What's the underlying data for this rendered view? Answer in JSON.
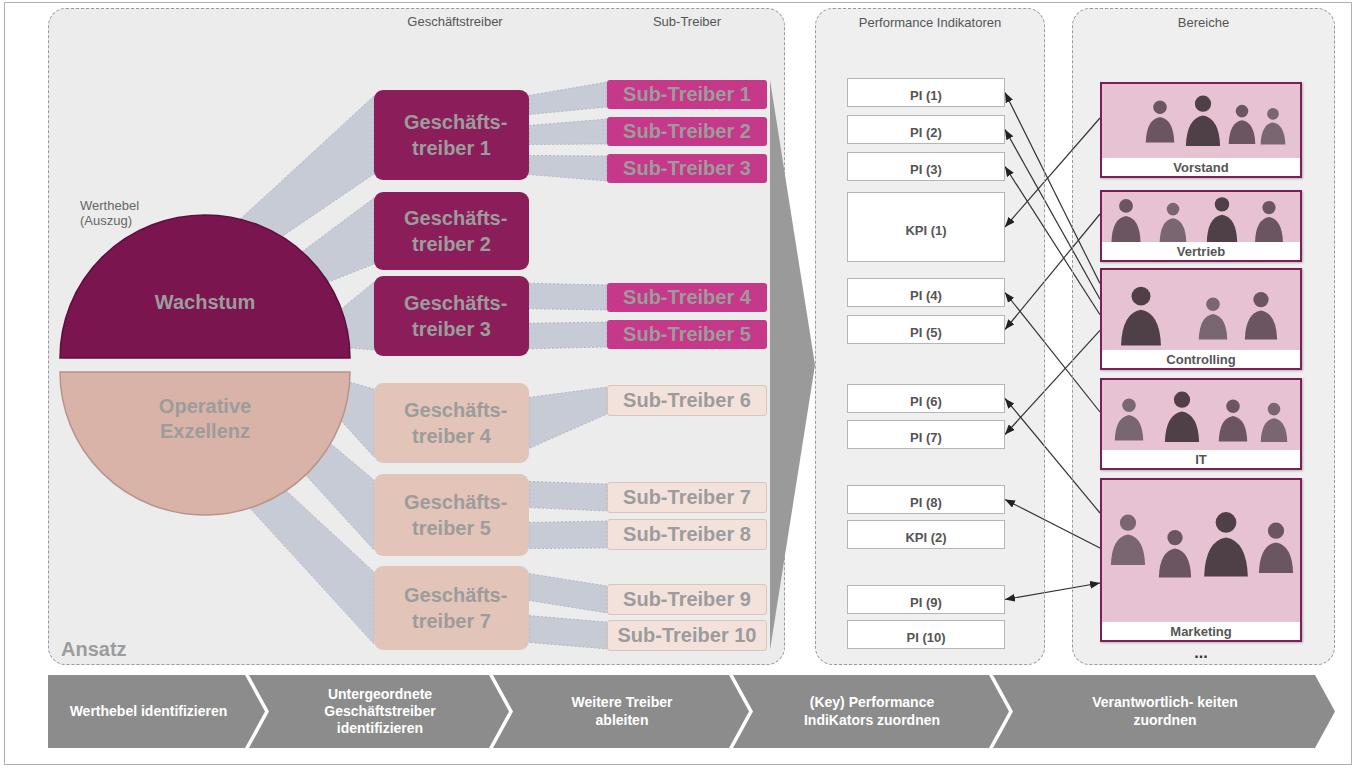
{
  "diagram": {
    "nodes": [
      {
        "text": [
          "Ansatz"
        ]
      },
      {
        "text": [
          "Wachstum"
        ],
        "in": 0
      },
      {
        "text": [
          "Operative Exzellenz"
        ],
        "in": 0
      },
      {
        "text": [
          "Geschäfts- treiber 1"
        ],
        "in": 0
      },
      {
        "text": [
          "Geschäfts- treiber 2"
        ],
        "in": 0
      },
      {
        "text": [
          "Geschäfts- treiber 3"
        ],
        "in": 0
      },
      {
        "text": [
          "Geschäfts- treiber 4"
        ],
        "in": 0
      },
      {
        "text": [
          "Geschäfts- treiber 5"
        ],
        "in": 0
      },
      {
        "text": [
          "Geschäfts- treiber 7"
        ],
        "in": 0
      },
      {
        "text": [
          "Sub-Treiber 1"
        ],
        "in": 0
      },
      {
        "text": [
          "Sub-Treiber 2"
        ],
        "in": 0
      },
      {
        "text": [
          "Sub-Treiber 3"
        ],
        "in": 0
      },
      {
        "text": [
          "Sub-Treiber 4"
        ],
        "in": 0
      },
      {
        "text": [
          "Sub-Treiber 5"
        ],
        "in": 0
      },
      {
        "text": [
          "Sub-Treiber 6"
        ],
        "in": 0
      },
      {
        "text": [
          "Sub-Treiber 7"
        ],
        "in": 0
      },
      {
        "text": [
          "Sub-Treiber 8"
        ],
        "in": 0
      },
      {
        "text": [
          "Sub-Treiber 9"
        ],
        "in": 0
      },
      {
        "text": [
          "Sub-Treiber 10"
        ],
        "in": 0
      },
      {
        "text": [
          "Performance Indikatoren"
        ]
      },
      {
        "text": [
          "PI (1)"
        ],
        "in": 19
      },
      {
        "text": [
          "PI (2)"
        ],
        "in": 19
      },
      {
        "text": [
          "PI (3)"
        ],
        "in": 19
      },
      {
        "text": [
          "KPI (1)"
        ],
        "in": 19
      },
      {
        "text": [
          "PI (4)"
        ],
        "in": 19
      },
      {
        "text": [
          "PI (5)"
        ],
        "in": 19
      },
      {
        "text": [
          "PI (6)"
        ],
        "in": 19
      },
      {
        "text": [
          "PI (7)"
        ],
        "in": 19
      },
      {
        "text": [
          "PI (8)"
        ],
        "in": 19
      },
      {
        "text": [
          "KPI (2)"
        ],
        "in": 19
      },
      {
        "text": [
          "PI (9)"
        ],
        "in": 19
      },
      {
        "text": [
          "PI (10)"
        ],
        "in": 19
      },
      {
        "text": [
          "Bereiche"
        ]
      },
      {
        "text": [
          "Vorstand"
        ],
        "in": 32
      },
      {
        "text": [
          "Vertrieb"
        ],
        "in": 32
      },
      {
        "text": [
          "Controlling"
        ],
        "in": 32
      },
      {
        "text": [
          "IT"
        ],
        "in": 32
      },
      {
        "text": [
          "Marketing"
        ],
        "in": 32
      },
      {
        "text": [
          "Werthebel identifizieren"
        ]
      },
      {
        "text": [
          "Untergeordnete Geschäftstreiber identifizieren"
        ]
      },
      {
        "text": [
          "Weitere Treiber ableiten"
        ]
      },
      {
        "text": [
          "(Key) Performance IndiKators zuordnen"
        ]
      },
      {
        "text": [
          "Verantwortlich- keiten zuordnen"
        ]
      }
    ],
    "edges": [
      {
        "from": 1,
        "to": 3,
        "arrow": "none"
      },
      {
        "from": 1,
        "to": 4,
        "arrow": "none"
      },
      {
        "from": 1,
        "to": 5,
        "arrow": "none"
      },
      {
        "from": 2,
        "to": 6,
        "arrow": "none"
      },
      {
        "from": 2,
        "to": 7,
        "arrow": "none"
      },
      {
        "from": 2,
        "to": 8,
        "arrow": "none"
      },
      {
        "from": 3,
        "to": 9,
        "arrow": "none"
      },
      {
        "from": 3,
        "to": 10,
        "arrow": "none"
      },
      {
        "from": 3,
        "to": 11,
        "arrow": "none"
      },
      {
        "from": 5,
        "to": 12,
        "arrow": "none"
      },
      {
        "from": 5,
        "to": 13,
        "arrow": "none"
      },
      {
        "from": 6,
        "to": 14,
        "arrow": "none"
      },
      {
        "from": 7,
        "to": 15,
        "arrow": "none"
      },
      {
        "from": 7,
        "to": 16,
        "arrow": "none"
      },
      {
        "from": 8,
        "to": 17,
        "arrow": "none"
      },
      {
        "from": 8,
        "to": 18,
        "arrow": "none"
      },
      {
        "from": 35,
        "to": 20,
        "arrow": "to"
      },
      {
        "from": 35,
        "to": 21,
        "arrow": "to"
      },
      {
        "from": 35,
        "to": 22,
        "arrow": "to"
      },
      {
        "from": 33,
        "to": 23,
        "arrow": "to"
      },
      {
        "from": 36,
        "to": 24,
        "arrow": "to"
      },
      {
        "from": 34,
        "to": 25,
        "arrow": "to"
      },
      {
        "from": 37,
        "to": 26,
        "arrow": "to"
      },
      {
        "from": 35,
        "to": 27,
        "arrow": "to"
      },
      {
        "from": 37,
        "to": 28,
        "arrow": "to"
      },
      {
        "from": 37,
        "to": 30,
        "arrow": "both"
      }
    ],
    "labels": [
      "Geschäftstreiber",
      "Sub-Treiber",
      "Werthebel (Auszug)",
      "..."
    ]
  }
}
